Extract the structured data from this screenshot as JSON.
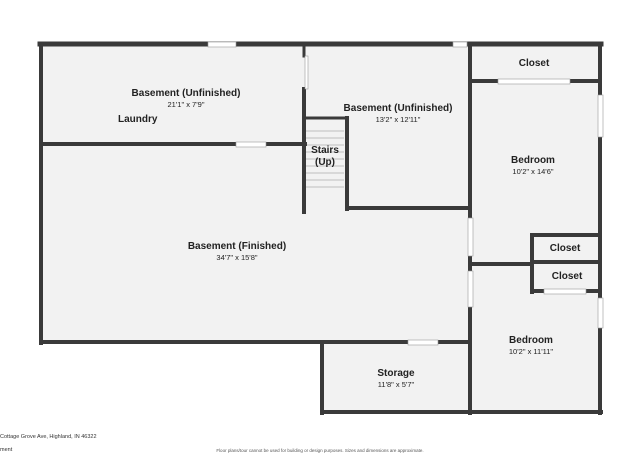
{
  "colors": {
    "wall": "#3a3a3a",
    "floor": "#f2f2f2",
    "window": "#ffffff",
    "window_edge": "#9a9a9a",
    "stair_line": "#bdbdbd"
  },
  "rooms": {
    "basement_unfinished_1": {
      "name": "Basement (Unfinished)",
      "dims": "21'1\" x 7'9\""
    },
    "laundry": {
      "name": "Laundry"
    },
    "basement_unfinished_2": {
      "name": "Basement (Unfinished)",
      "dims": "13'2\" x 12'11\""
    },
    "stairs": {
      "name_line1": "Stairs",
      "name_line2": "(Up)"
    },
    "closet_top": {
      "name": "Closet"
    },
    "bedroom_1": {
      "name": "Bedroom",
      "dims": "10'2\" x 14'6\""
    },
    "closet_mid": {
      "name": "Closet"
    },
    "closet_low": {
      "name": "Closet"
    },
    "basement_finished": {
      "name": "Basement (Finished)",
      "dims": "34'7\" x 15'8\""
    },
    "storage": {
      "name": "Storage",
      "dims": "11'8\" x 5'7\""
    },
    "bedroom_2": {
      "name": "Bedroom",
      "dims": "10'2\" x 11'11\""
    }
  },
  "footer": {
    "address": "Cottage Grove Ave, Highland, IN 46322",
    "disclaimer": "Floor plans/tour cannot be used for building or design purposes. Sizes and dimensions are approximate.",
    "cut_label": "ment"
  }
}
